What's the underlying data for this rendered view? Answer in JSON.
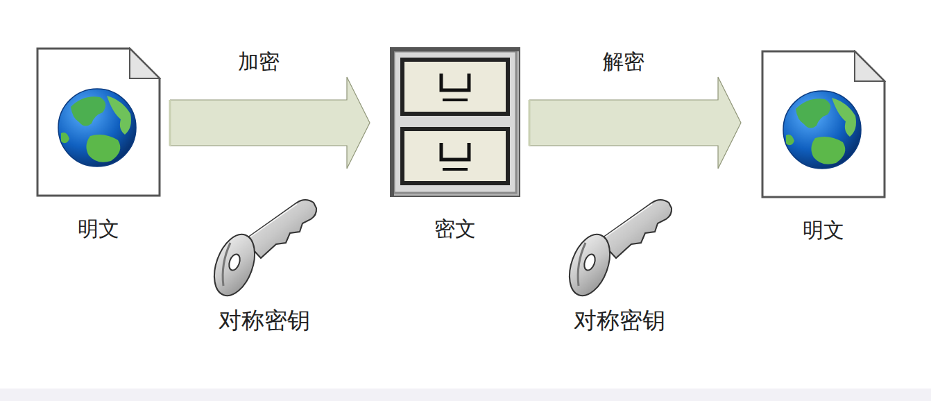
{
  "diagram": {
    "nodes": [
      {
        "text": [
          "明文"
        ]
      },
      {
        "text": [
          "密文"
        ]
      },
      {
        "text": [
          "明文"
        ]
      }
    ],
    "edges": [
      {
        "from": 0,
        "to": 1,
        "arrow": "to",
        "label": "加密"
      },
      {
        "from": 1,
        "to": 2,
        "arrow": "to",
        "label": "解密"
      }
    ],
    "labels": [
      "对称密钥",
      "对称密钥"
    ]
  }
}
